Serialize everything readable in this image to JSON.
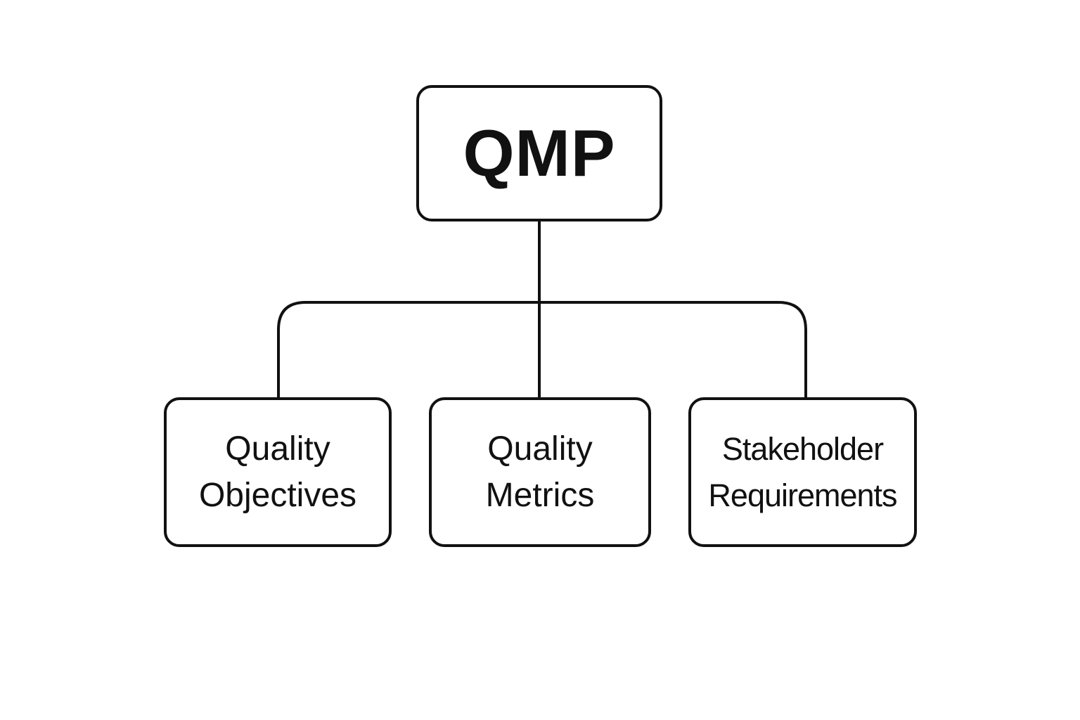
{
  "diagram": {
    "root": {
      "label": "QMP"
    },
    "children": [
      {
        "line1": "Quality",
        "line2": "Objectives"
      },
      {
        "line1": "Quality",
        "line2": "Metrics"
      },
      {
        "line1": "Stakeholder",
        "line2": "Requirements"
      }
    ],
    "colors": {
      "stroke": "#111111",
      "text": "#111111",
      "background": "#ffffff"
    }
  }
}
